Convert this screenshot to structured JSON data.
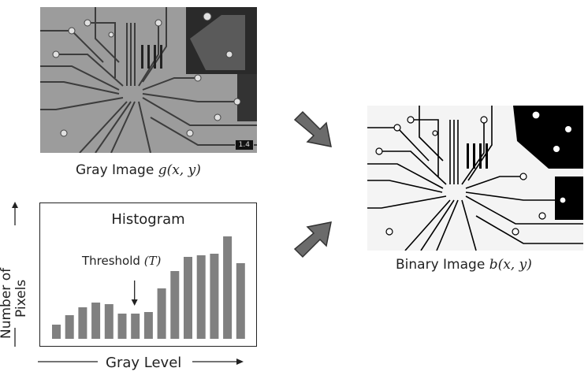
{
  "gray_image": {
    "caption_text": "Gray Image ",
    "caption_math": "g(x, y)",
    "badge": "1.4"
  },
  "binary_image": {
    "caption_text": "Binary Image ",
    "caption_math": "b(x, y)"
  },
  "histogram": {
    "title": "Histogram",
    "threshold_text": "Threshold ",
    "threshold_math": "(T)",
    "y_label_line1": "Number of",
    "y_label_line2": "Pixels",
    "x_label": "Gray Level"
  },
  "chart_data": {
    "type": "bar",
    "title": "Histogram",
    "xlabel": "Gray Level",
    "ylabel": "Number of Pixels",
    "values": [
      9,
      15,
      20,
      23,
      22,
      16,
      16,
      17,
      32,
      43,
      52,
      53,
      54,
      65,
      48
    ],
    "threshold_index": 6,
    "bar_color": "#808080"
  },
  "colors": {
    "bar": "#808080",
    "arrow": "#6b6b6b",
    "gray_bg": "#9a9a9a",
    "binary_bg": "#f4f4f4"
  }
}
